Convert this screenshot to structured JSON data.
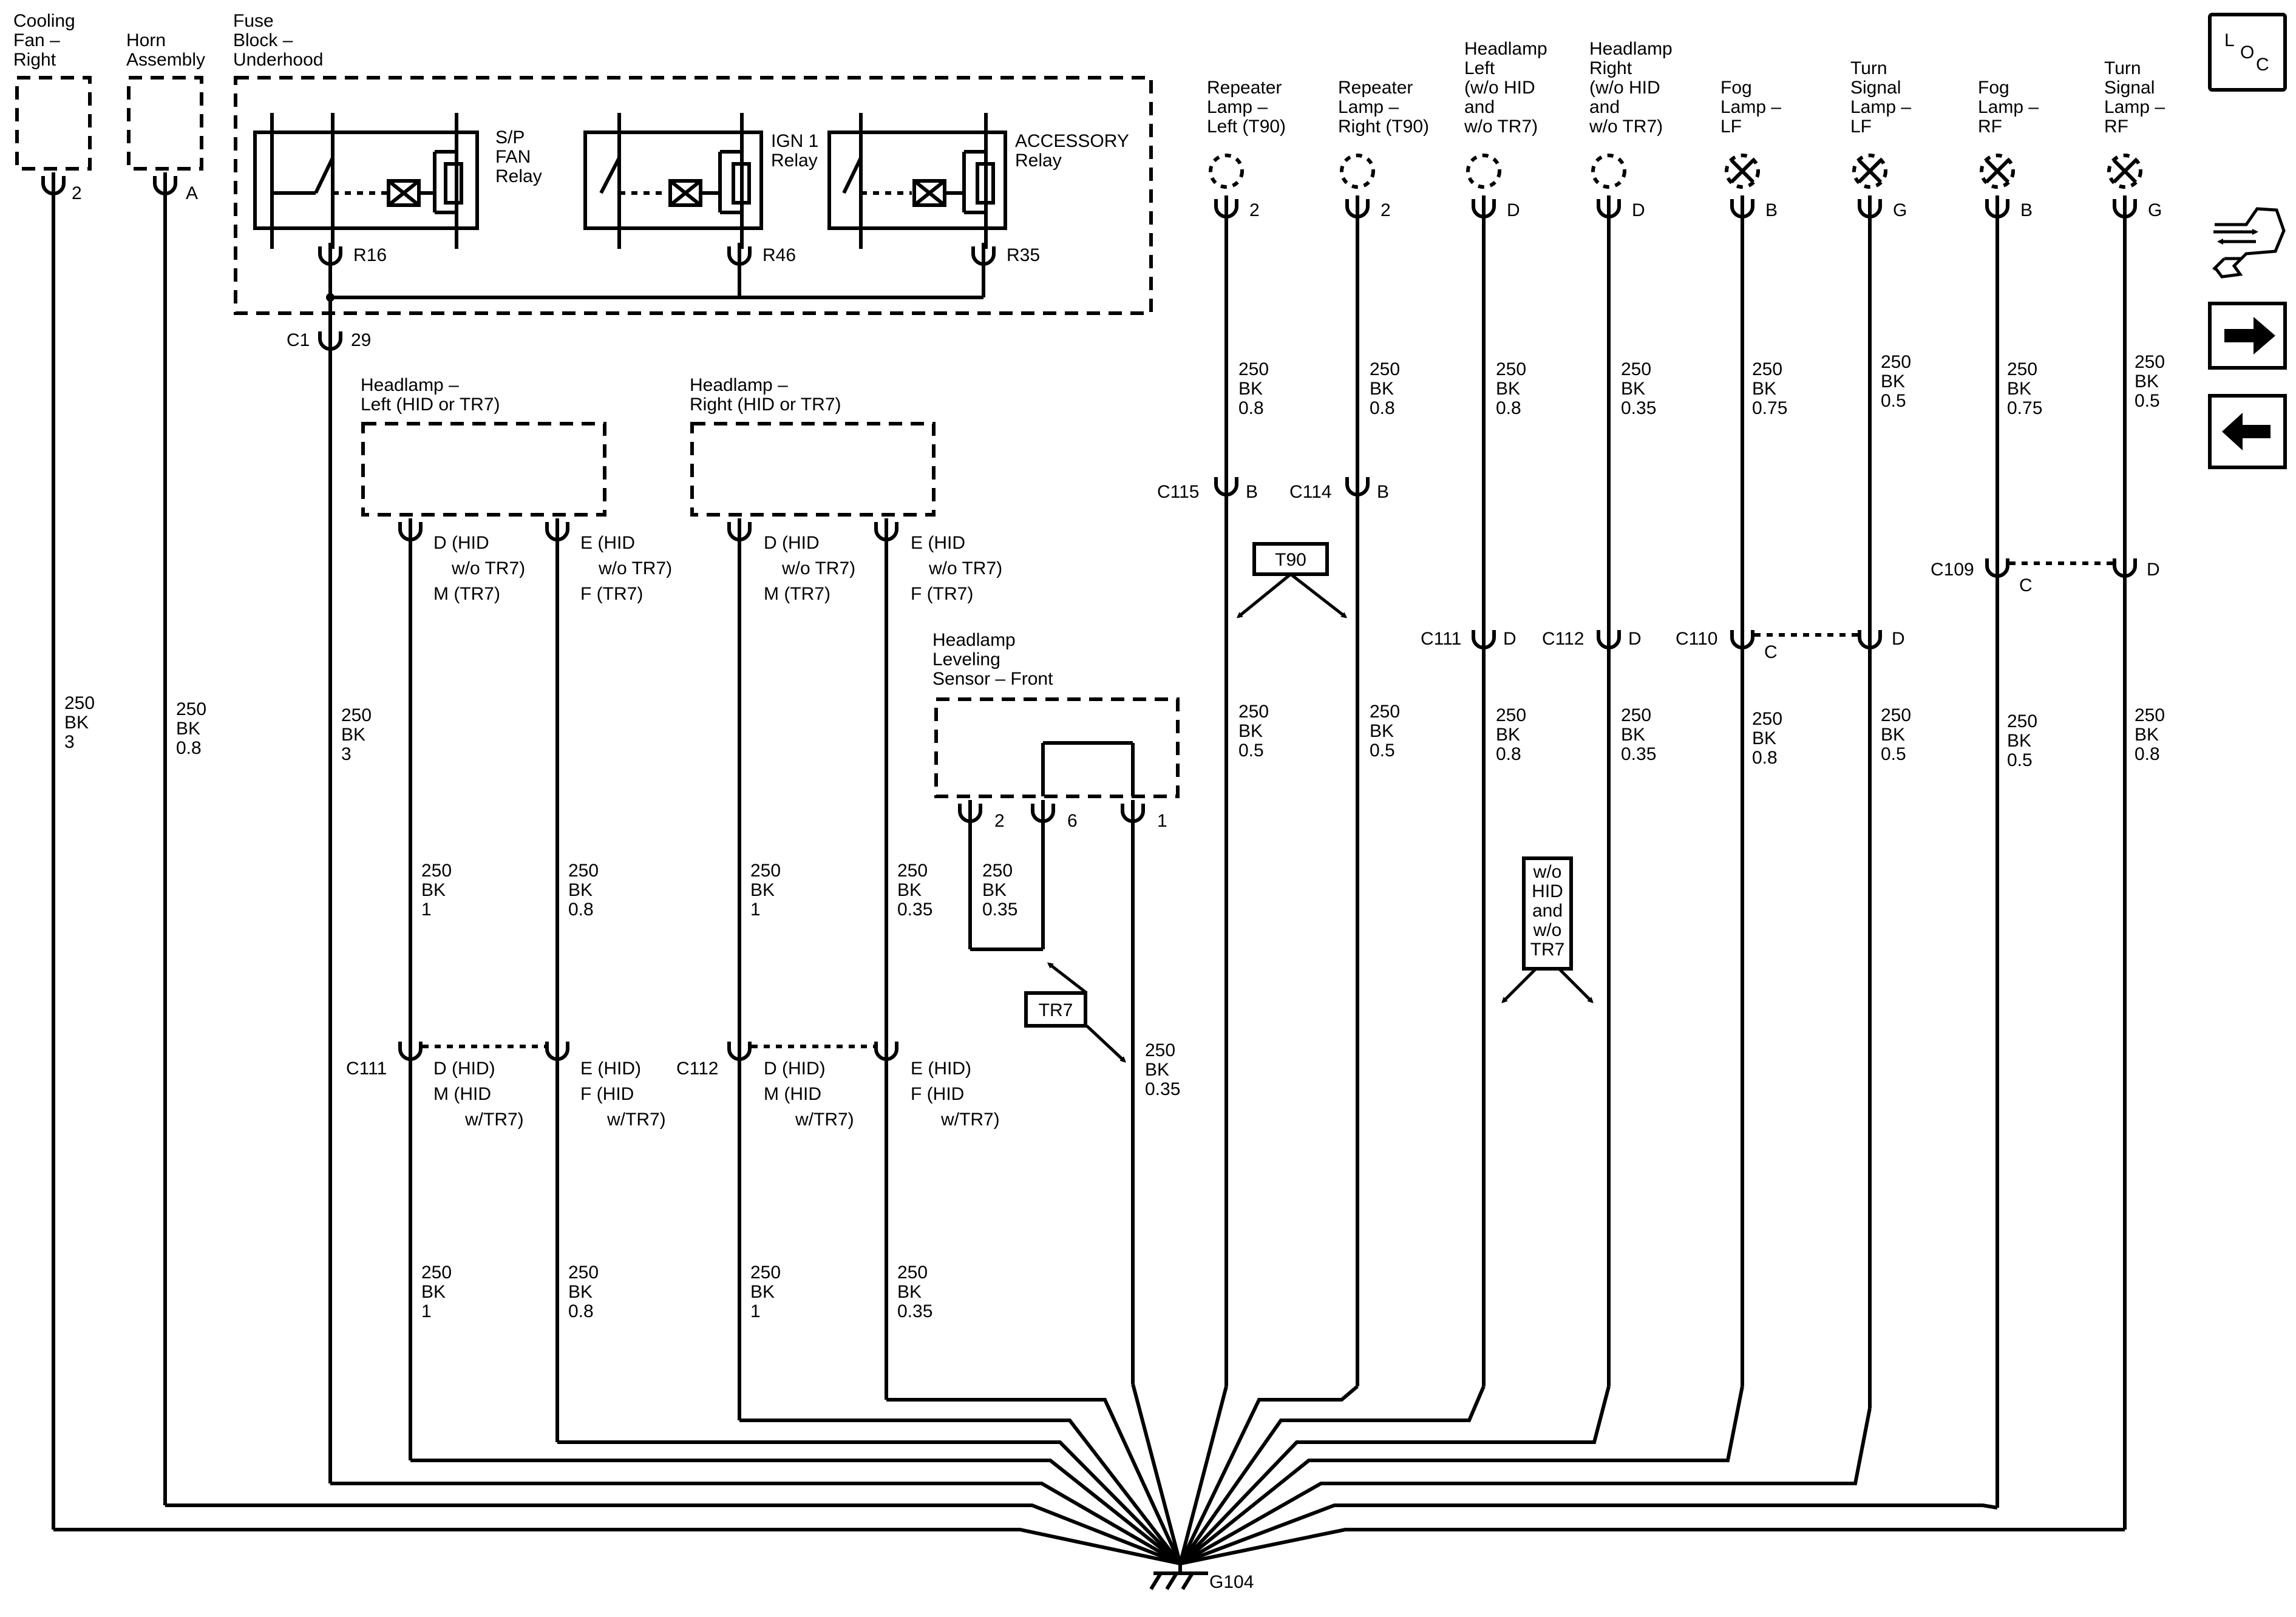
{
  "components": {
    "cooling_fan_right": [
      "Cooling",
      "Fan –",
      "Right"
    ],
    "horn_assembly": [
      "Horn",
      "Assembly"
    ],
    "fuse_block": [
      "Fuse",
      "Block –",
      "Underhood"
    ],
    "sp_fan_relay": [
      "S/P",
      "FAN",
      "Relay"
    ],
    "ign1_relay": [
      "IGN 1",
      "Relay"
    ],
    "accessory_relay": [
      "ACCESSORY",
      "Relay"
    ],
    "headlamp_left_hid": [
      "Headlamp –",
      "Left (HID or TR7)"
    ],
    "headlamp_right_hid": [
      "Headlamp –",
      "Right (HID or TR7)"
    ],
    "headlamp_leveling_sensor": [
      "Headlamp",
      "Leveling",
      "Sensor – Front"
    ],
    "repeater_left": [
      "Repeater",
      "Lamp –",
      "Left (T90)"
    ],
    "repeater_right": [
      "Repeater",
      "Lamp –",
      "Right (T90)"
    ],
    "headlamp_left_nohid": [
      "Headlamp",
      "Left",
      "(w/o HID",
      "and",
      "w/o TR7)"
    ],
    "headlamp_right_nohid": [
      "Headlamp",
      "Right",
      "(w/o HID",
      "and",
      "w/o TR7)"
    ],
    "fog_lf": [
      "Fog",
      "Lamp –",
      "LF"
    ],
    "turn_lf": [
      "Turn",
      "Signal",
      "Lamp –",
      "LF"
    ],
    "fog_rf": [
      "Fog",
      "Lamp –",
      "RF"
    ],
    "turn_rf": [
      "Turn",
      "Signal",
      "Lamp –",
      "RF"
    ]
  },
  "pins": {
    "cooling_fan": "2",
    "horn": "A",
    "r16": "R16",
    "r46": "R46",
    "r35": "R35",
    "c1": "C1",
    "c1_pin": "29",
    "hl_left_d": [
      "D (HID",
      "w/o TR7)",
      "M (TR7)"
    ],
    "hl_left_e": [
      "E (HID",
      "w/o TR7)",
      "F (TR7)"
    ],
    "hl_right_d": [
      "D (HID",
      "w/o TR7)",
      "M (TR7)"
    ],
    "hl_right_e": [
      "E (HID",
      "w/o TR7)",
      "F (TR7)"
    ],
    "sensor_2": "2",
    "sensor_6": "6",
    "sensor_1": "1",
    "c111_left": "C111",
    "c111_left_d": [
      "D (HID)",
      "M (HID",
      "w/TR7)"
    ],
    "c111_left_e": [
      "E (HID)",
      "F (HID",
      "w/TR7)"
    ],
    "c112_left": "C112",
    "c112_left_d": [
      "D (HID)",
      "M (HID",
      "w/TR7)"
    ],
    "c112_left_e": [
      "E (HID)",
      "F (HID",
      "w/TR7)"
    ],
    "rep_left": "2",
    "rep_right": "2",
    "c115": "C115",
    "c115_pin": "B",
    "c114": "C114",
    "c114_pin": "B",
    "hl_l_nohid": "D",
    "hl_r_nohid": "D",
    "c111_right": "C111",
    "c111_right_pin": "D",
    "c112_right": "C112",
    "c112_right_pin": "D",
    "fog_lf": "B",
    "turn_lf": "G",
    "fog_rf": "B",
    "turn_rf": "G",
    "c110": "C110",
    "c110_c": "C",
    "c110_d": "D",
    "c109": "C109",
    "c109_c": "C",
    "c109_d": "D"
  },
  "wires": {
    "cooling": [
      "250",
      "BK",
      "3"
    ],
    "horn": [
      "250",
      "BK",
      "0.8"
    ],
    "c1": [
      "250",
      "BK",
      "3"
    ],
    "hl_l_d_top": [
      "250",
      "BK",
      "1"
    ],
    "hl_l_e_top": [
      "250",
      "BK",
      "0.8"
    ],
    "hl_r_d_top": [
      "250",
      "BK",
      "1"
    ],
    "hl_r_e_top": [
      "250",
      "BK",
      "0.35"
    ],
    "sensor_jumper": [
      "250",
      "BK",
      "0.35"
    ],
    "sensor_pin1": [
      "250",
      "BK",
      "0.35"
    ],
    "hl_l_d_bot": [
      "250",
      "BK",
      "1"
    ],
    "hl_l_e_bot": [
      "250",
      "BK",
      "0.8"
    ],
    "hl_r_d_bot": [
      "250",
      "BK",
      "1"
    ],
    "hl_r_e_bot": [
      "250",
      "BK",
      "0.35"
    ],
    "rep_l_top": [
      "250",
      "BK",
      "0.8"
    ],
    "rep_r_top": [
      "250",
      "BK",
      "0.8"
    ],
    "rep_l_bot": [
      "250",
      "BK",
      "0.5"
    ],
    "rep_r_bot": [
      "250",
      "BK",
      "0.5"
    ],
    "hl_l_nohid_top": [
      "250",
      "BK",
      "0.8"
    ],
    "hl_r_nohid_top": [
      "250",
      "BK",
      "0.35"
    ],
    "hl_l_nohid_bot": [
      "250",
      "BK",
      "0.8"
    ],
    "hl_r_nohid_bot": [
      "250",
      "BK",
      "0.35"
    ],
    "fog_lf_top": [
      "250",
      "BK",
      "0.75"
    ],
    "turn_lf_top": [
      "250",
      "BK",
      "0.5"
    ],
    "fog_lf_bot": [
      "250",
      "BK",
      "0.8"
    ],
    "turn_lf_bot": [
      "250",
      "BK",
      "0.5"
    ],
    "fog_rf_top": [
      "250",
      "BK",
      "0.75"
    ],
    "turn_rf_top": [
      "250",
      "BK",
      "0.5"
    ],
    "fog_rf_bot": [
      "250",
      "BK",
      "0.5"
    ],
    "turn_rf_bot": [
      "250",
      "BK",
      "0.8"
    ]
  },
  "options": {
    "t90": "T90",
    "tr7": "TR7",
    "no_hid": [
      "w/o",
      "HID",
      "and",
      "w/o",
      "TR7"
    ]
  },
  "ground": "G104",
  "side_panel": {
    "loc_letters": [
      "L",
      "O",
      "C"
    ],
    "icons": [
      "connector-info-icon",
      "arrow-right-icon",
      "arrow-left-icon"
    ]
  }
}
